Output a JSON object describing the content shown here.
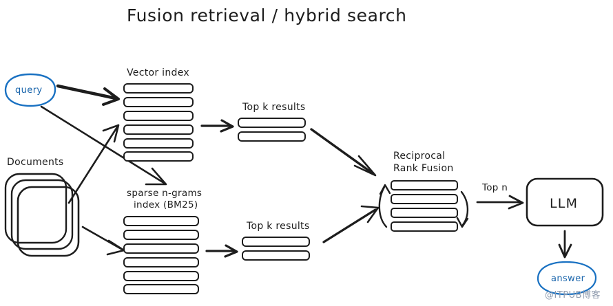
{
  "diagram": {
    "title": "Fusion retrieval / hybrid search",
    "watermark": "@ITPUB博客",
    "colors": {
      "ink": "#1d1d1d",
      "accent_blue": "#1971c2",
      "accent_blue_text": "#1864ab",
      "background": "#ffffff",
      "watermark": "#8f9bae"
    },
    "nodes": {
      "query": {
        "label": "query",
        "shape": "ellipse",
        "color": "#1971c2"
      },
      "documents": {
        "label": "Documents",
        "shape": "stacked-cards"
      },
      "vector_index": {
        "label": "Vector index",
        "shape": "bar-stack",
        "bars": 6
      },
      "sparse_index": {
        "label_line1": "sparse n-grams",
        "label_line2": "index (BM25)",
        "shape": "bar-stack",
        "bars": 6
      },
      "top_k_vector": {
        "label": "Top k results",
        "shape": "bar-stack",
        "bars": 2
      },
      "top_k_sparse": {
        "label": "Top k results",
        "shape": "bar-stack",
        "bars": 2
      },
      "rrf": {
        "label_line1": "Reciprocal",
        "label_line2": "Rank Fusion",
        "shape": "bar-stack",
        "bars": 4
      },
      "llm": {
        "label": "LLM",
        "shape": "rounded-rect"
      },
      "answer": {
        "label": "answer",
        "shape": "ellipse",
        "color": "#1971c2"
      }
    },
    "edges": [
      {
        "from": "query",
        "to": "vector_index",
        "label": ""
      },
      {
        "from": "query",
        "to": "sparse_index",
        "label": ""
      },
      {
        "from": "documents",
        "to": "vector_index",
        "label": ""
      },
      {
        "from": "documents",
        "to": "sparse_index",
        "label": ""
      },
      {
        "from": "vector_index",
        "to": "top_k_vector",
        "label": ""
      },
      {
        "from": "sparse_index",
        "to": "top_k_sparse",
        "label": ""
      },
      {
        "from": "top_k_vector",
        "to": "rrf",
        "label": ""
      },
      {
        "from": "top_k_sparse",
        "to": "rrf",
        "label": ""
      },
      {
        "from": "rrf",
        "to": "llm",
        "label": "Top n"
      },
      {
        "from": "llm",
        "to": "answer",
        "label": ""
      }
    ],
    "edge_labels": {
      "top_n": "Top n"
    }
  }
}
